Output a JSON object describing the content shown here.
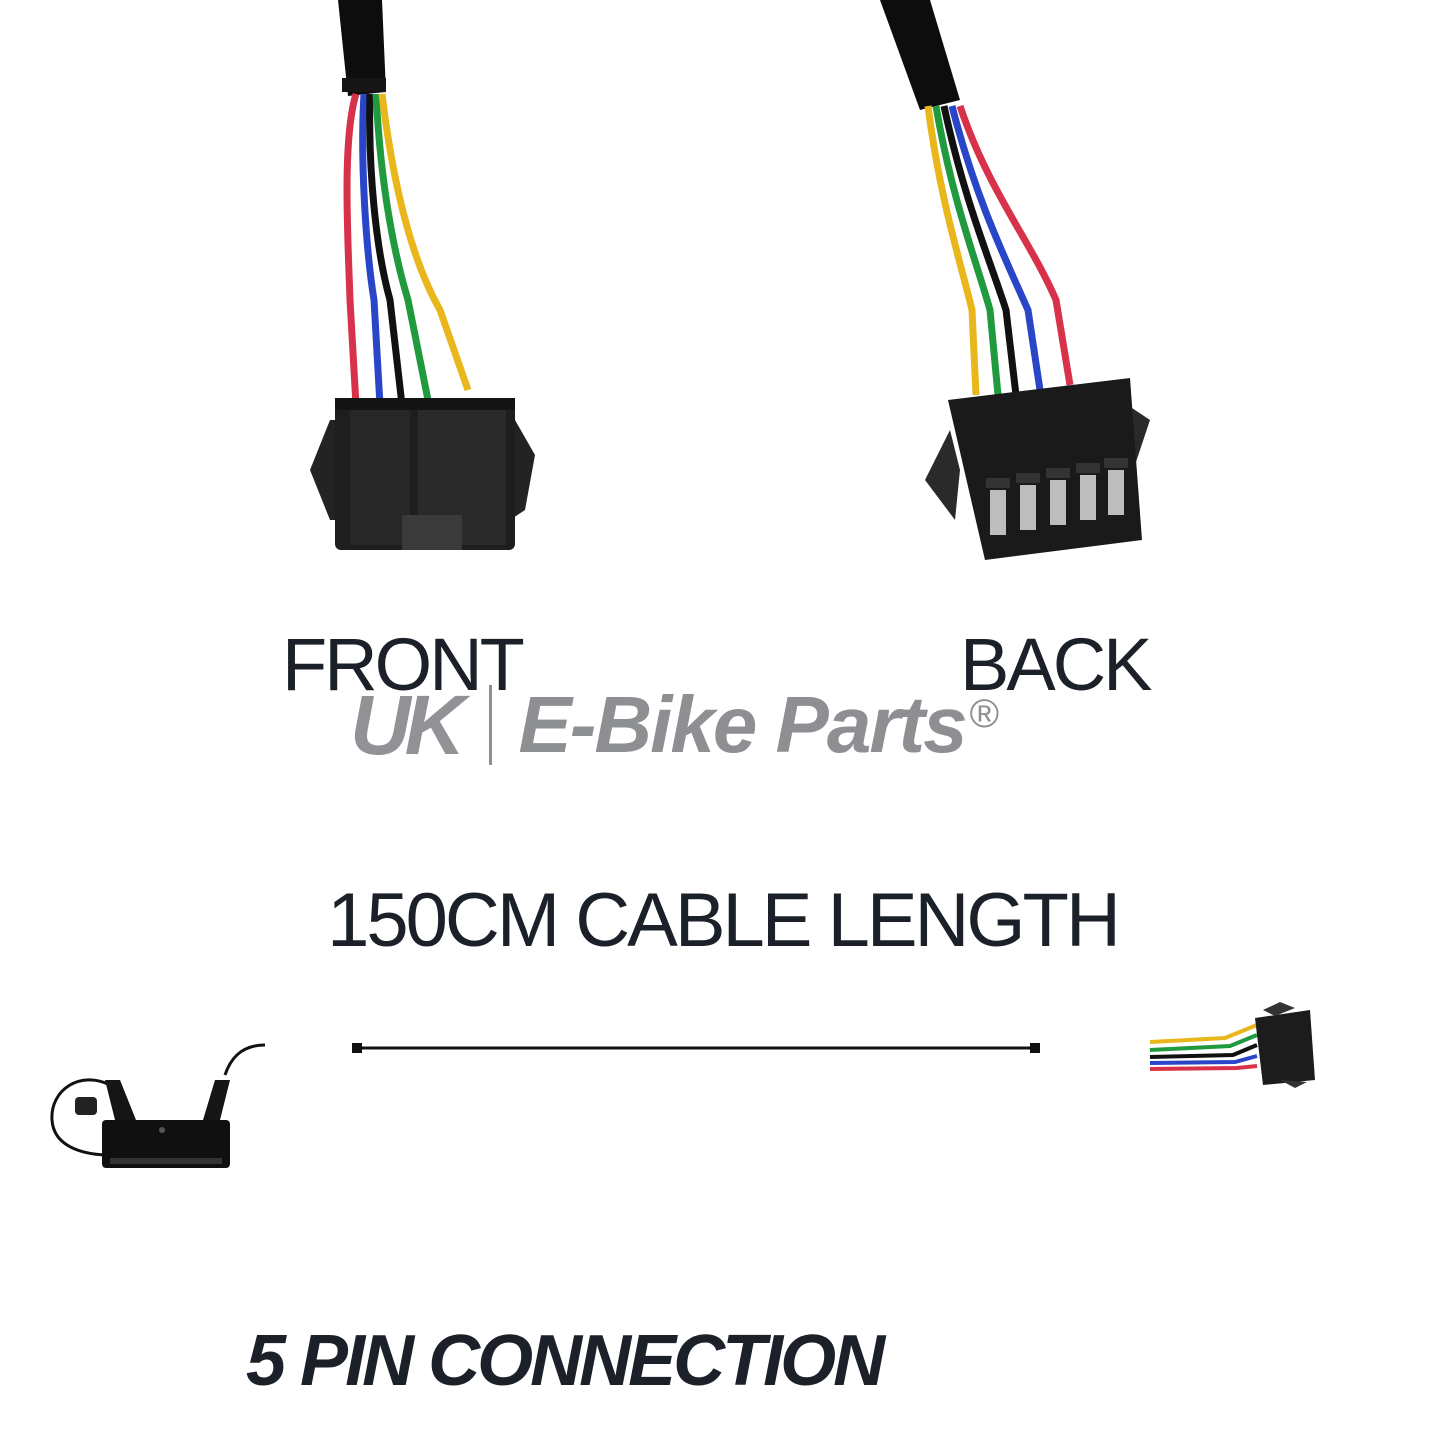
{
  "labels": {
    "front": "FRONT",
    "back": "BACK",
    "cable_length": "150CM CABLE LENGTH",
    "pin_connection": "5 PIN CONNECTION"
  },
  "watermark": {
    "uk": "UK",
    "brand": "E-Bike Parts",
    "registered": "®"
  },
  "colors": {
    "wire_red": "#d8324a",
    "wire_blue": "#2a46c8",
    "wire_black": "#111111",
    "wire_green": "#1f9a3f",
    "wire_yellow": "#e9b71c",
    "connector": "#1e1e1e",
    "cable_sheath": "#0d0d0d",
    "text": "#1b2029",
    "watermark": "#8d8f93"
  }
}
